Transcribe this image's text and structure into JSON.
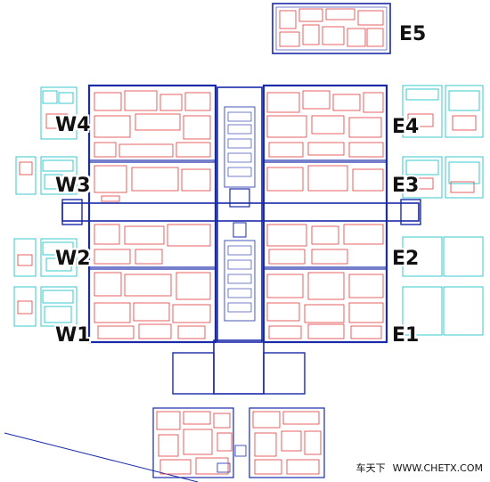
{
  "colors": {
    "wall": "#1a2aa8",
    "booth": "#e23a3a",
    "outbuilding": "#25c2c8",
    "background": "#ffffff",
    "label": "#111111"
  },
  "halls": {
    "E5": "E5",
    "W4": "W4",
    "E4": "E4",
    "W3": "W3",
    "E3": "E3",
    "W2": "W2",
    "E2": "E2",
    "W1": "W1",
    "E1": "E1"
  },
  "watermark": {
    "cn": "车天下",
    "url": "WWW.CHETX.COM"
  }
}
